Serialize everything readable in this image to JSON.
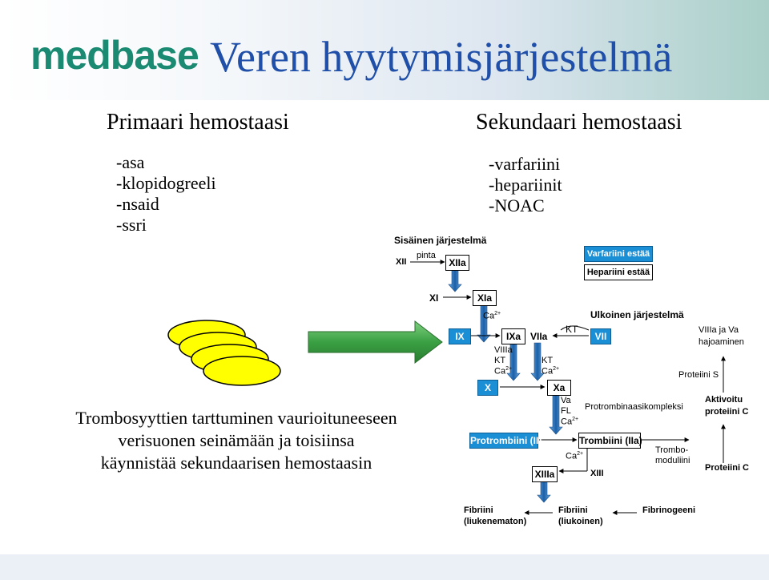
{
  "header": {
    "logo": "medbase",
    "title": "Veren hyytymisjärjestelmä"
  },
  "primary": {
    "heading": "Primaari hemostaasi",
    "drugs": [
      "-asa",
      "-klopidogreeli",
      "-nsaid",
      "-ssri"
    ],
    "caption_lines": [
      "Trombosyyttien tarttuminen vaurioituneeseen",
      "verisuonen seinämään ja toisiinsa",
      "käynnistää sekundaarisen hemostaasin"
    ]
  },
  "secondary": {
    "heading": "Sekundaari hemostaasi",
    "drugs": [
      "-varfariini",
      "-hepariinit",
      "-NOAC"
    ]
  },
  "cascade": {
    "intrinsic_title": "Sisäinen järjestelmä",
    "surface": "pinta",
    "extrinsic_title": "Ulkoinen järjestelmä",
    "legend_warfarin": "Varfariini estää",
    "legend_heparin": "Hepariini estää",
    "f_XII": "XII",
    "f_XIIa": "XIIa",
    "f_XI": "XI",
    "f_XIa": "XIa",
    "f_IX": "IX",
    "f_IXa": "IXa",
    "f_VIIa": "VIIa",
    "f_VII": "VII",
    "f_X": "X",
    "f_Xa": "Xa",
    "ca": "Ca",
    "ca_sup": "2+",
    "kt": "KT",
    "viiia": "VIIIa",
    "va": "Va",
    "fl": "FL",
    "viiia_va": "VIIIa ja Va",
    "hajoaminen": "hajoaminen",
    "protein_s": "Proteiini S",
    "protrombinaasikompleksi": "Protrombinaasikompleksi",
    "protrombiini": "Protrombiini (II)",
    "trombiini": "Trombiini (IIa)",
    "trombomoduliini_1": "Trombo-",
    "trombomoduliini_2": "moduliini",
    "aktivoitu_1": "Aktivoitu",
    "aktivoitu_2": "proteiini C",
    "proteiini_c": "Proteiini C",
    "XIIIa": "XIIIa",
    "XIII": "XIII",
    "fibriini_insol_1": "Fibriini",
    "fibriini_insol_2": "(liukenematon)",
    "fibriini_sol_1": "Fibriini",
    "fibriini_sol_2": "(liukoinen)",
    "fibrinogeeni": "Fibrinogeeni"
  },
  "colors": {
    "title": "#1f4fa8",
    "logo": "#1a8a72",
    "platelet_fill": "#ffff00",
    "arrow_green": "#4caf50",
    "factor_blue": "#1b8fd6"
  }
}
